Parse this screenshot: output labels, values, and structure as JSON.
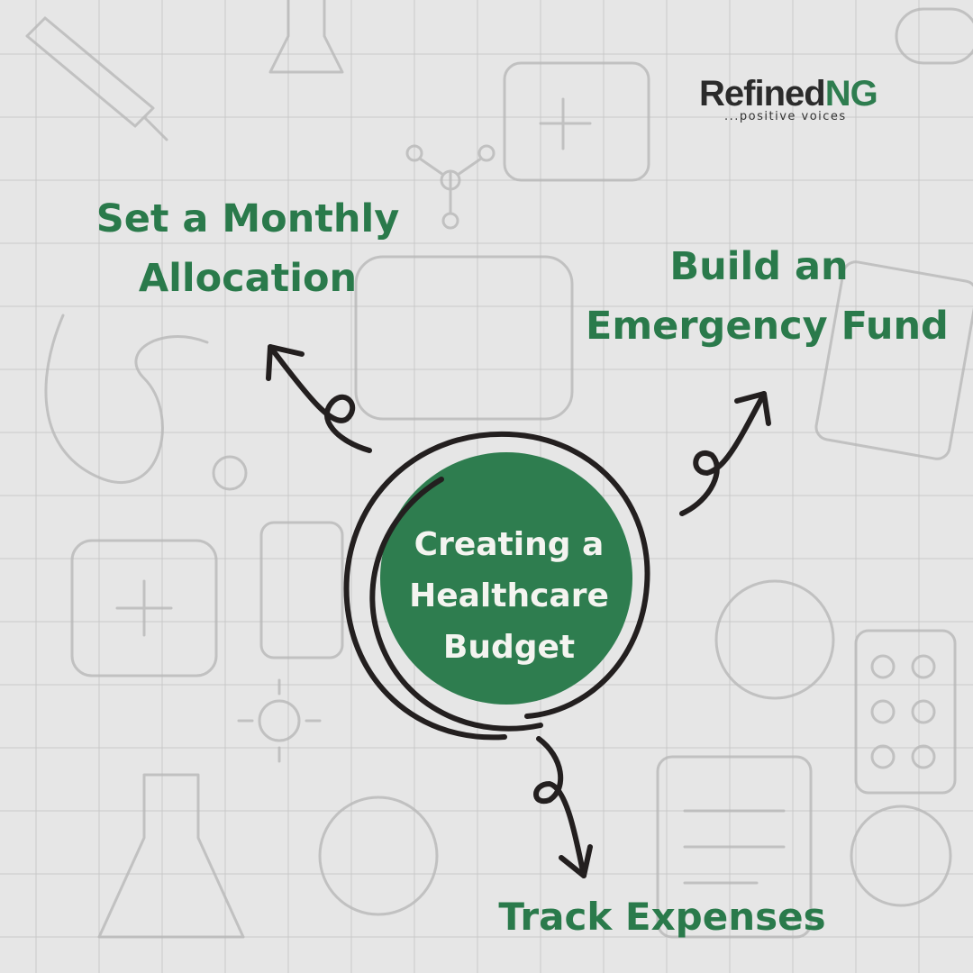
{
  "brand": {
    "name_primary": "Refined",
    "name_accent": "NG",
    "tagline": "...positive voices"
  },
  "center": {
    "lines": [
      "Creating a",
      "Healthcare",
      "Budget"
    ]
  },
  "branches": {
    "monthly": {
      "lines": [
        "Set a Monthly",
        "Allocation"
      ]
    },
    "emergency": {
      "lines": [
        "Build an",
        "Emergency Fund"
      ]
    },
    "track": {
      "lines": [
        "Track Expenses"
      ]
    }
  },
  "colors": {
    "green": "#2e7d4f",
    "label_green": "#2a7a4b",
    "ink": "#231f1f",
    "background": "#e6e6e6"
  }
}
